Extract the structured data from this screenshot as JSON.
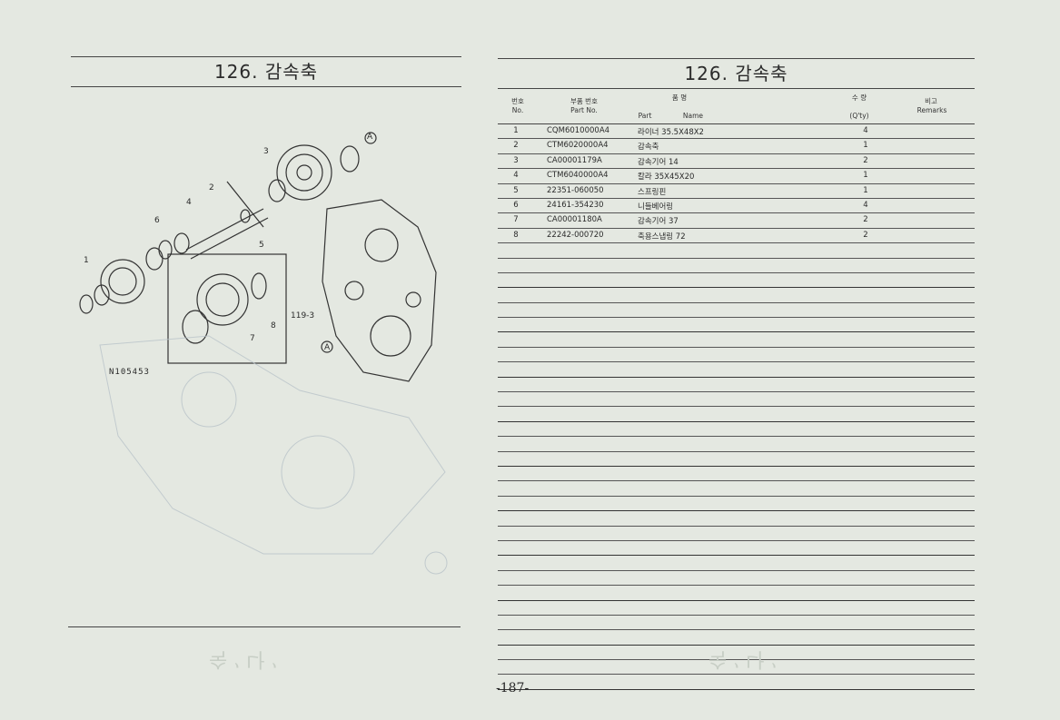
{
  "left": {
    "title": "126. 감속축",
    "diagram_code": "N105453",
    "callouts": [
      "1",
      "2",
      "3",
      "4",
      "5",
      "6",
      "7",
      "8",
      "A",
      "119-3"
    ]
  },
  "right": {
    "title": "126. 감속축",
    "headers": {
      "no_ko": "번호",
      "no_en": "No.",
      "part_ko": "부품 번호",
      "part_en": "Part   No.",
      "name_ko": "품          명",
      "name_en_part": "Part",
      "name_en_name": "Name",
      "qty_ko": "수  량",
      "qty_en": "(Q'ty)",
      "remarks_ko": "비고",
      "remarks_en": "Remarks"
    },
    "rows": [
      {
        "no": "1",
        "part": "CQM6010000A4",
        "name": "라이너 35.5X48X2",
        "qty": "4"
      },
      {
        "no": "2",
        "part": "CTM6020000A4",
        "name": "감속축",
        "qty": "1"
      },
      {
        "no": "3",
        "part": "CA00001179A",
        "name": "감속기어 14",
        "qty": "2"
      },
      {
        "no": "4",
        "part": "CTM6040000A4",
        "name": "칼라 35X45X20",
        "qty": "1"
      },
      {
        "no": "5",
        "part": "22351-060050",
        "name": "스프링핀",
        "qty": "1"
      },
      {
        "no": "6",
        "part": "24161-354230",
        "name": "니들베어링",
        "qty": "4"
      },
      {
        "no": "7",
        "part": "CA00001180A",
        "name": "감속기어 37",
        "qty": "2"
      },
      {
        "no": "8",
        "part": "22242-000720",
        "name": "축용스냅링 72",
        "qty": "2"
      }
    ]
  },
  "page_number": "-187-"
}
